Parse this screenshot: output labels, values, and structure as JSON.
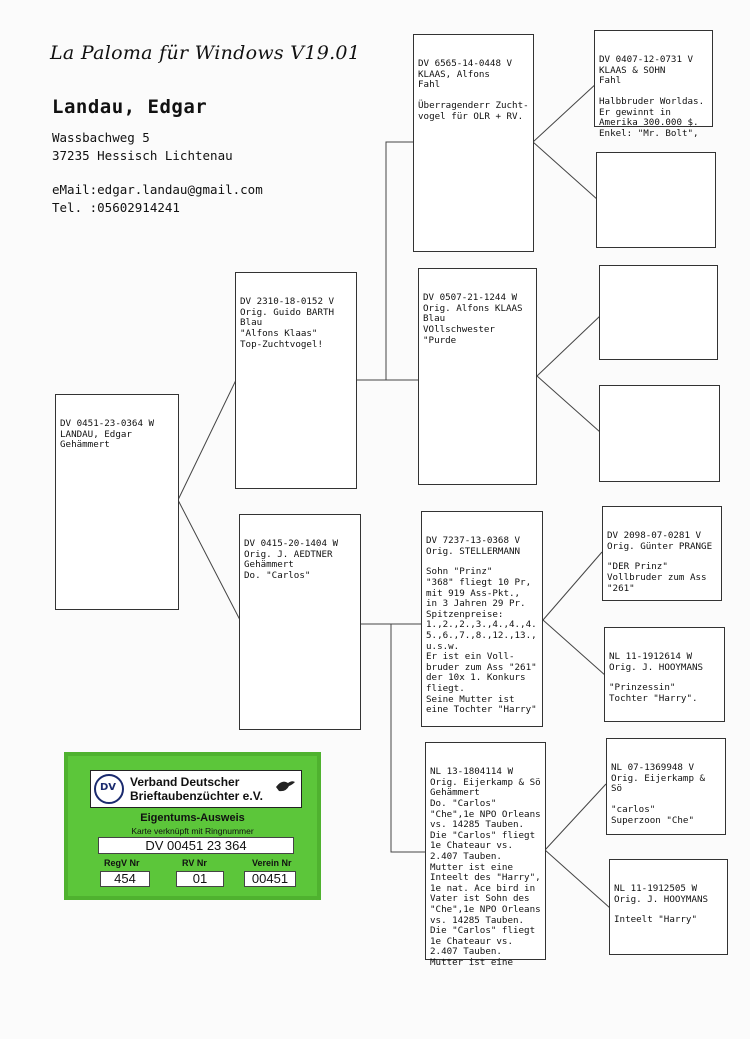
{
  "app_title": "La Paloma für Windows V19.01",
  "owner": {
    "name": "Landau, Edgar",
    "street": "Wassbachweg 5",
    "city": "37235 Hessisch Lichtenau",
    "email": "eMail:edgar.landau@gmail.com",
    "tel": "Tel. :05602914241"
  },
  "pedigree": {
    "subject": {
      "ring": "DV 0451-23-0364 W",
      "breeder": "LANDAU, Edgar",
      "desc": "Gehämmert"
    },
    "father": {
      "ring": "DV 2310-18-0152 V",
      "breeder": "Orig. Guido BARTH",
      "color": "Blau",
      "desc": "\"Alfons Klaas\"\nTop-Zuchtvogel!"
    },
    "mother": {
      "ring": "DV 0415-20-1404 W",
      "breeder": "Orig. J. AEDTNER",
      "color": "Gehämmert",
      "desc": "Do. \"Carlos\""
    },
    "ff": {
      "ring": "DV 6565-14-0448 V",
      "breeder": "KLAAS, Alfons",
      "color": "Fahl",
      "desc": "Überragenderr Zucht-\nvogel für OLR + RV."
    },
    "fm": {
      "ring": "DV 0507-21-1244 W",
      "breeder": "Orig. Alfons KLAAS",
      "color": "Blau",
      "desc": "VOllschwester \"Purde"
    },
    "mf": {
      "ring": "DV 7237-13-0368 V",
      "breeder": "Orig. STELLERMANN",
      "desc": "Sohn \"Prinz\"\n\"368\" fliegt 10 Pr,\nmit 919 Ass-Pkt.,\nin 3 Jahren 29 Pr.\nSpitzenpreise:\n1.,2.,2.,3.,4.,4.,4.\n5.,6.,7.,8.,12.,13.,\nu.s.w.\nEr ist ein Voll-\nbruder zum Ass \"261\"\nder 10x 1. Konkurs\nfliegt.\nSeine Mutter ist\neine Tochter \"Harry\""
    },
    "mm": {
      "ring": "NL 13-1804114 W",
      "breeder": "Orig. Eijerkamp & Sö",
      "color": "Gehämmert",
      "desc": "Do. \"Carlos\"\n\"Che\",1e NPO Orleans\nvs. 14285 Tauben.\nDie \"Carlos\" fliegt\n1e Chateaur vs.\n2.407 Tauben.\nMutter ist eine\nInteelt des \"Harry\",\n1e nat. Ace bird in\nVater ist Sohn des\n\"Che\",1e NPO Orleans\nvs. 14285 Tauben.\nDie \"Carlos\" fliegt\n1e Chateaur vs.\n2.407 Tauben.\nMutter ist eine"
    },
    "fff": {
      "ring": "DV 0407-12-0731 V",
      "breeder": "KLAAS & SOHN",
      "color": "Fahl",
      "desc": "Halbbruder Worldas.\nEr gewinnt in\nAmerika 300.000 $.\nEnkel: \"Mr. Bolt\","
    },
    "mff": {
      "ring": "DV 2098-07-0281 V",
      "breeder": "Orig. Günter PRANGE",
      "desc": "\"DER Prinz\"\nVollbruder zum Ass\n\"261\""
    },
    "mfm": {
      "ring": "NL 11-1912614 W",
      "breeder": "Orig. J. HOOYMANS",
      "desc": "\"Prinzessin\"\nTochter \"Harry\"."
    },
    "mmf": {
      "ring": "NL 07-1369948 V",
      "breeder": "Orig. Eijerkamp & Sö",
      "desc": "\"carlos\"\nSuperzoon \"Che\""
    },
    "mmm": {
      "ring": "NL 11-1912505 W",
      "breeder": "Orig. J. HOOYMANS",
      "desc": "Inteelt \"Harry\""
    }
  },
  "card": {
    "org_line1": "Verband Deutscher",
    "org_line2": "Brieftaubenzüchter e.V.",
    "title": "Eigentums-Ausweis",
    "subtitle": "Karte verknüpft mit Ringnummer",
    "ring": "DV 00451 23 364",
    "labels": [
      "RegV Nr",
      "RV Nr",
      "Verein Nr"
    ],
    "values": [
      "454",
      "01",
      "00451"
    ],
    "colors": {
      "card_bg": "#5cc63a",
      "logo": "#1a2a6e"
    }
  }
}
